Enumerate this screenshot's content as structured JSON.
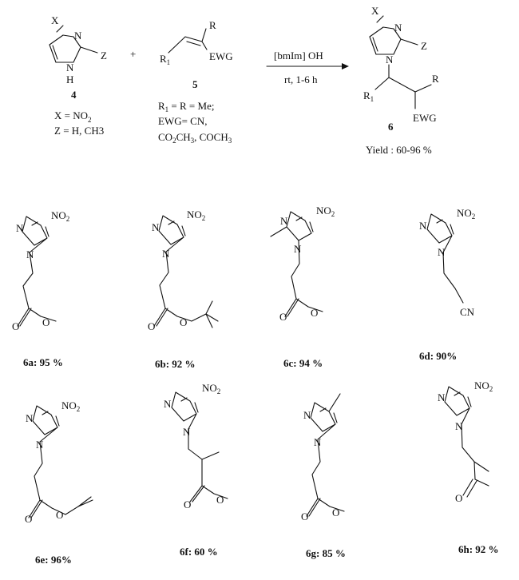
{
  "scheme": {
    "reactant1": {
      "sub_x": "X",
      "sub_z": "Z",
      "n": "N",
      "nh": "N",
      "h": "H",
      "number": "4"
    },
    "reactant1_conditions": {
      "line1": "X = NO",
      "line1_sub": "2",
      "line2": "Z = H, CH3"
    },
    "plus": "+",
    "reactant2": {
      "r": "R",
      "r1": "R",
      "r1_sub": "1",
      "ewg": "EWG",
      "number": "5"
    },
    "reactant2_conditions": {
      "line1_a": "R",
      "line1_sub": "1",
      "line1_b": " = R = Me;",
      "line2": "EWG= CN,",
      "line3_a": "CO",
      "line3_sub1": "2",
      "line3_b": "CH",
      "line3_sub2": "3",
      "line3_c": ", COCH",
      "line3_sub3": "3"
    },
    "arrow": {
      "top": "[bmIm] OH",
      "bottom": "rt, 1-6 h"
    },
    "product": {
      "sub_x": "X",
      "sub_z": "Z",
      "n_top": "N",
      "n_bottom": "N",
      "r1": "R",
      "r1_sub": "1",
      "r": "R",
      "ewg": "EWG",
      "number": "6",
      "yield": "Yield : 60-96 %"
    }
  },
  "compounds": [
    {
      "id": "6a",
      "label": "6a: 95 %",
      "substituent": "NO2"
    },
    {
      "id": "6b",
      "label": "6b: 92 %",
      "substituent": "NO2"
    },
    {
      "id": "6c",
      "label": "6c: 94 %",
      "substituent": "NO2"
    },
    {
      "id": "6d",
      "label": "6d: 90%",
      "substituent": "NO2",
      "group": "CN"
    },
    {
      "id": "6e",
      "label": "6e: 96%",
      "substituent": "NO2"
    },
    {
      "id": "6f",
      "label": "6f: 60 %",
      "substituent": "NO2"
    },
    {
      "id": "6g",
      "label": "6g: 85 %",
      "substituent": "methyl"
    },
    {
      "id": "6h",
      "label": "6h: 92 %",
      "substituent": "NO2"
    }
  ],
  "atom_labels": {
    "n": "N",
    "o": "O",
    "no": "NO",
    "no_sub": "2",
    "cn": "CN"
  }
}
